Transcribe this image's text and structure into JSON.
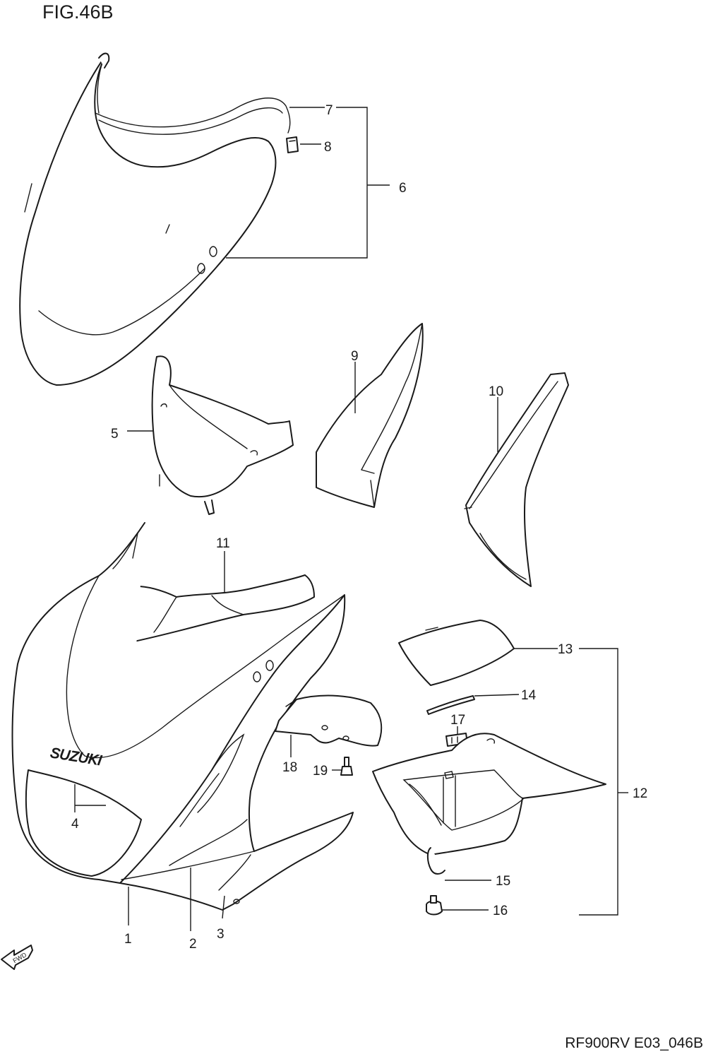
{
  "header": {
    "figure_title": "FIG.46B"
  },
  "footer": {
    "drawing_code": "RF900RV E03_046B"
  },
  "logo": {
    "brand_text": "SUZUKI"
  },
  "fwd_arrow": {
    "label": "FWD"
  },
  "callouts": [
    "1",
    "2",
    "3",
    "4",
    "5",
    "6",
    "7",
    "8",
    "9",
    "10",
    "11",
    "12",
    "13",
    "14",
    "15",
    "16",
    "17",
    "18",
    "19"
  ]
}
